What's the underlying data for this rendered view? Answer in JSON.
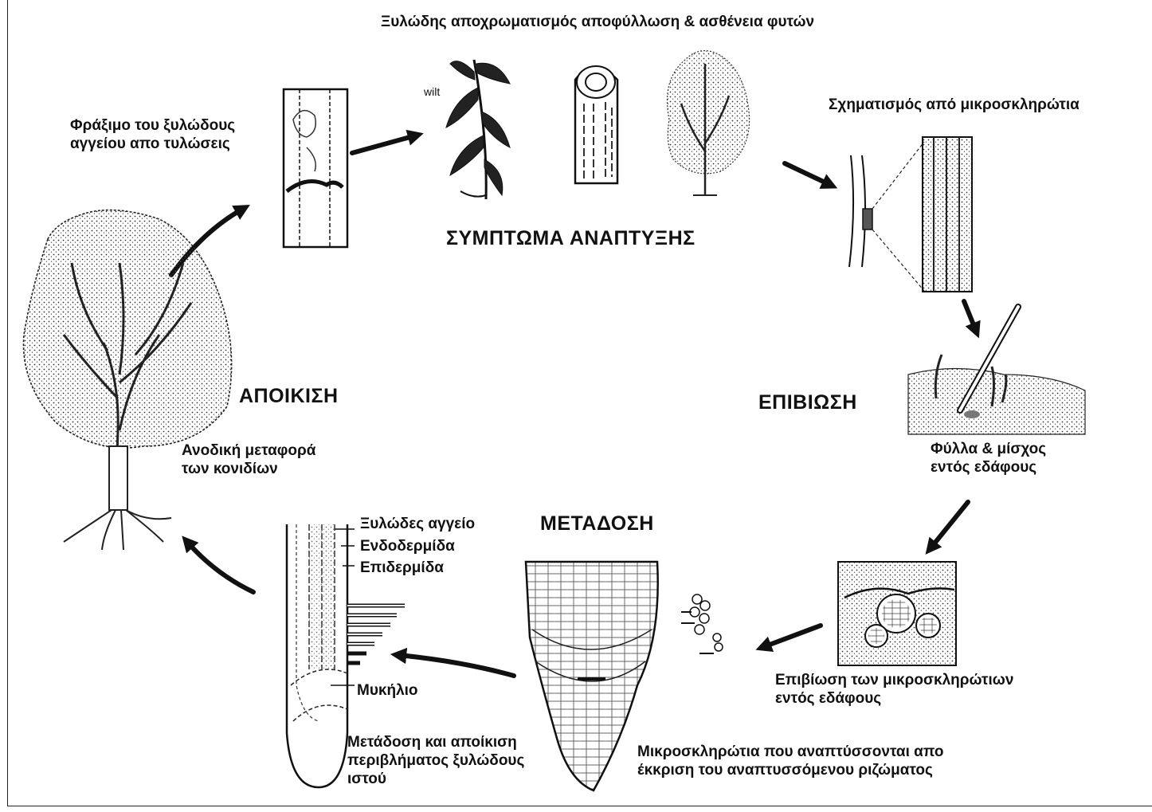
{
  "labels": {
    "top_symptoms": "Ξυλώδης αποχρωματισμός   αποφύλλωση & ασθένεια φυτών",
    "wilt": "wilt",
    "stage_symptom": "ΣΥΜΠΤΩΜΑ ΑΝΑΠΤΥΞΗΣ",
    "blocking": "Φράξιμο του ξυλώδους\nαγγείου απο τυλώσεις",
    "microsclerotia_formation": "Σχηματισμός από μικροσκληρώτια",
    "stage_colonization": "ΑΠΟΙΚΙΣΗ",
    "upward_transport": "Ανοδική μεταφορά\nτων κονιδίων",
    "stage_survival": "ΕΠΙΒΙΩΣΗ",
    "leaves_stems": "Φύλλα & μίσχος\nεντός εδάφους",
    "stage_transmission": "ΜΕΤΑΔΟΣΗ",
    "xylem_vessel": "Ξυλώδες αγγείο",
    "endodermis": "Ενδοδερμίδα",
    "epidermis": "Επιδερμίδα",
    "mycelium": "Μυκήλιο",
    "transmission_colonization": "Μετάδοση και αποίκιση\nπεριβλήματος ξυλώδους\nιστού",
    "survival_soil": "Επιβίωση των μικροσκληρώτιων\nεντός εδάφους",
    "microsclerotia_germinate": "Μικροσκληρώτια που αναπτύσσονται απο\nέκκριση του αναπτυσσόμενου ριζώματος"
  },
  "colors": {
    "ink": "#111111",
    "background": "#ffffff"
  }
}
